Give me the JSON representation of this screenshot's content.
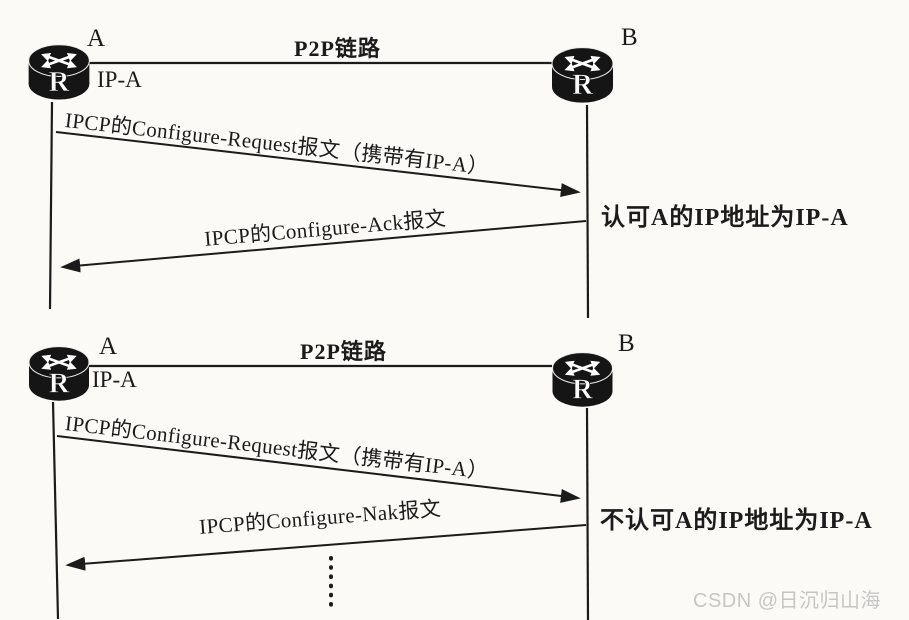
{
  "canvas": {
    "ink": "#1b1b1b",
    "background": "#fbfaf7"
  },
  "icons": {
    "router_glyph": "R"
  },
  "watermark": {
    "text": "CSDN @日沉归山海",
    "color": "#c7c6c4"
  },
  "diagrams": [
    {
      "node_a_label": "A",
      "node_a_ip": "IP-A",
      "node_b_label": "B",
      "link_label": "P2P链路",
      "request_message": "IPCP的Configure-Request报文（携带有IP-A）",
      "reply_message": "IPCP的Configure-Ack报文",
      "annotation": "认可A的IP地址为IP-A"
    },
    {
      "node_a_label": "A",
      "node_a_ip": "IP-A",
      "node_b_label": "B",
      "link_label": "P2P链路",
      "request_message": "IPCP的Configure-Request报文（携带有IP-A）",
      "reply_message": "IPCP的Configure-Nak报文",
      "annotation": "不认可A的IP地址为IP-A"
    }
  ]
}
